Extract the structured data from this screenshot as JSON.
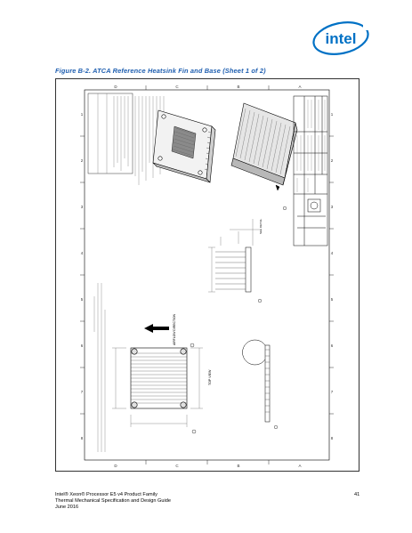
{
  "brand": {
    "logo_text": "intel",
    "accent_color": "#0071c5"
  },
  "figure": {
    "title": "Figure B-2.   ATCA Reference Heatsink Fin and Base (Sheet 1 of 2)",
    "zone_letters": [
      "D",
      "C",
      "B",
      "A"
    ],
    "zone_numbers": [
      "8",
      "7",
      "6",
      "5",
      "4",
      "3",
      "2",
      "1"
    ],
    "labels": {
      "airflow": "AIRFLOW DIRECTION",
      "top_view": "TOP VIEW",
      "view_label": "SEE DETAIL"
    }
  },
  "footer": {
    "line1": "Intel® Xeon® Processor E5 v4 Product Family",
    "line2": "Thermal Mechanical Specification and Design Guide",
    "line3": "June 2016",
    "page_number": "41"
  }
}
